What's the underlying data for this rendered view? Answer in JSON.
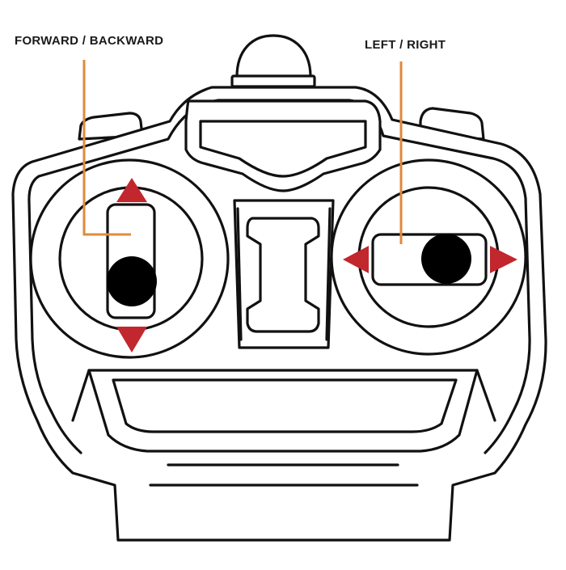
{
  "labels": {
    "forward_backward": "FORWARD / BACKWARD",
    "left_right": "LEFT / RIGHT"
  },
  "colors": {
    "outline": "#111111",
    "leader_line": "#e08a3c",
    "arrow": "#c1272d",
    "stick_knob": "#000000",
    "background": "#ffffff"
  },
  "sticks": {
    "left": {
      "axis": "vertical",
      "knob_position": "lower"
    },
    "right": {
      "axis": "horizontal",
      "knob_position": "right"
    }
  }
}
